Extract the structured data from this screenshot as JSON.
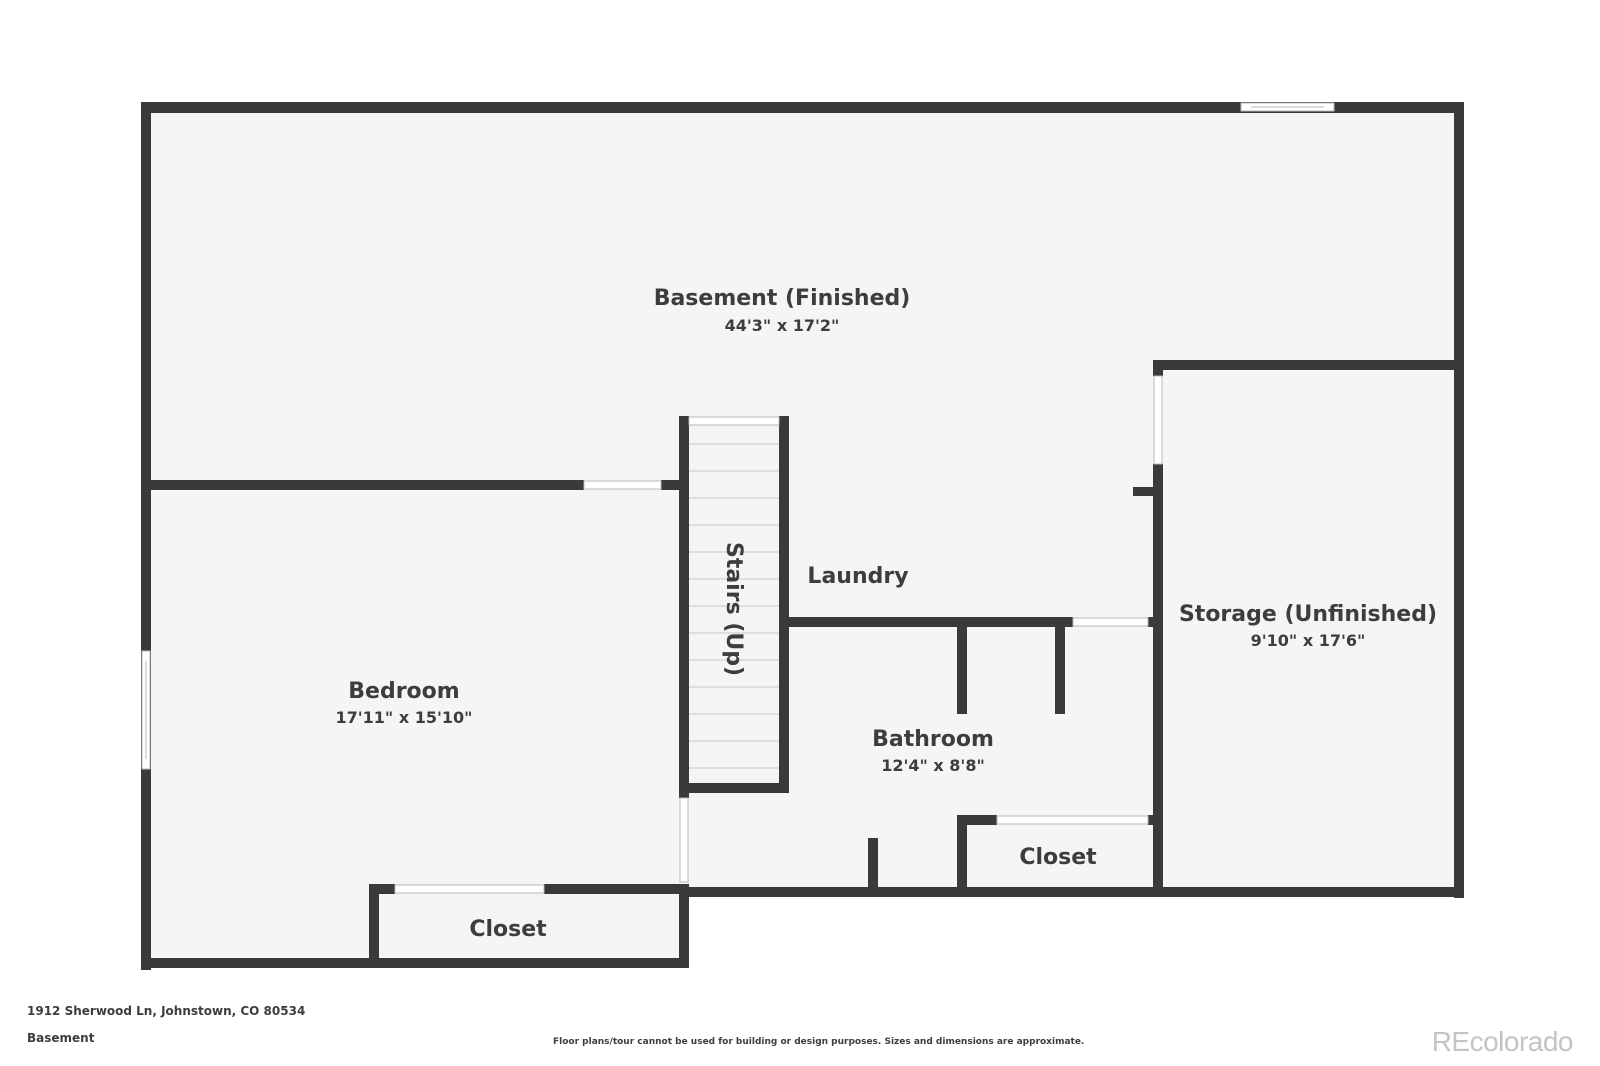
{
  "rooms": {
    "basement": {
      "name": "Basement (Finished)",
      "dims": "44'3\" x 17'2\""
    },
    "stairs": {
      "name": "Stairs (Up)"
    },
    "laundry": {
      "name": "Laundry"
    },
    "storage": {
      "name": "Storage (Unfinished)",
      "dims": "9'10\" x 17'6\""
    },
    "bedroom": {
      "name": "Bedroom",
      "dims": "17'11\" x 15'10\""
    },
    "bathroom": {
      "name": "Bathroom",
      "dims": "12'4\" x 8'8\""
    },
    "bath_closet": {
      "name": "Closet"
    },
    "bed_closet": {
      "name": "Closet"
    }
  },
  "footer": {
    "address": "1912 Sherwood Ln, Johnstown, CO 80534",
    "floor": "Basement",
    "disclaimer": "Floor plans/tour cannot be used for building or design purposes. Sizes and dimensions are approximate.",
    "brand": "REcolorado"
  },
  "colors": {
    "wall": "#3a3a3a",
    "floor": "#f5f5f5",
    "brand": "#c4c4c4"
  }
}
